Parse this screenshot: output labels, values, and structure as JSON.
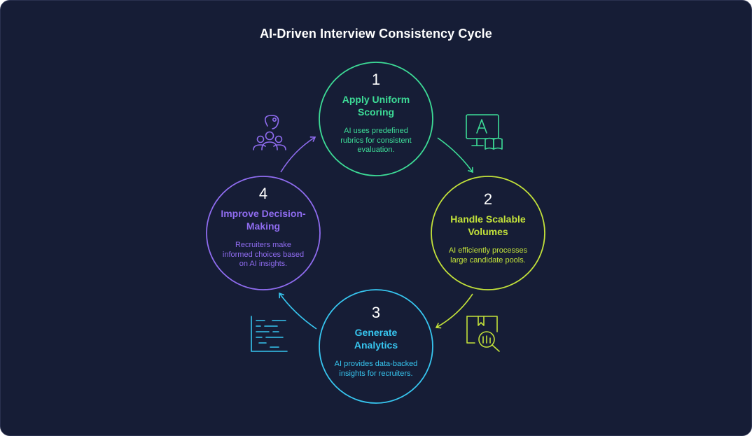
{
  "title": "AI-Driven Interview Consistency Cycle",
  "steps": [
    {
      "number": "1",
      "title_line1": "Apply Uniform",
      "title_line2": "Scoring",
      "desc_line1": "AI uses predefined",
      "desc_line2": "rubrics for consistent",
      "desc_line3": "evaluation.",
      "color": "#3ddc97",
      "icon": "monitor-book-icon"
    },
    {
      "number": "2",
      "title_line1": "Handle Scalable",
      "title_line2": "Volumes",
      "desc_line1": "AI efficiently processes",
      "desc_line2": "large candidate pools.",
      "desc_line3": "",
      "color": "#c3e23a",
      "icon": "bookmark-magnifier-icon"
    },
    {
      "number": "3",
      "title_line1": "Generate",
      "title_line2": "Analytics",
      "desc_line1": "AI provides data-backed",
      "desc_line2": "insights for recruiters.",
      "desc_line3": "",
      "color": "#37c6f0",
      "icon": "data-lines-icon"
    },
    {
      "number": "4",
      "title_line1": "Improve Decision-",
      "title_line2": "Making",
      "desc_line1": "Recruiters make",
      "desc_line2": "informed choices based",
      "desc_line3": "on AI insights.",
      "color": "#8f6cf0",
      "icon": "team-question-icon"
    }
  ]
}
